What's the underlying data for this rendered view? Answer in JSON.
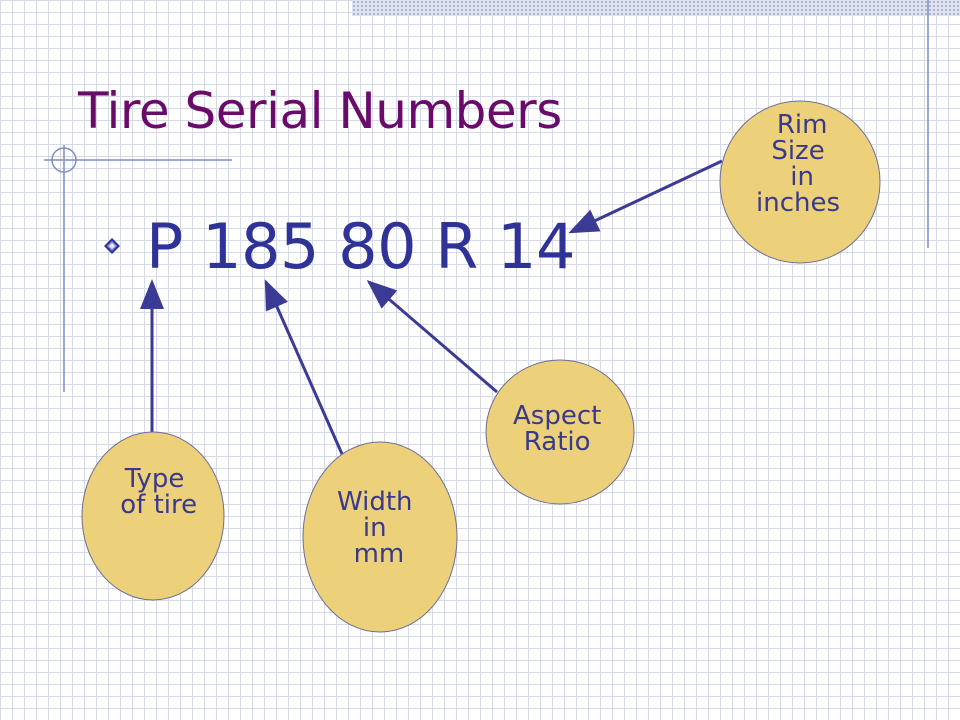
{
  "slide": {
    "title": "Tire Serial Numbers",
    "serial": "P 185 80 R 14"
  },
  "labels": {
    "type_of_tire": "Type\n of tire",
    "width": "Width\nin\n mm",
    "aspect_ratio": "Aspect\nRatio",
    "rim_size": " Rim\nSize\n in\ninches"
  },
  "colors": {
    "title": "#6a0a6a",
    "serial_text": "#2f3296",
    "bubble_fill": "#ecd07a",
    "arrow": "#3b3b96"
  }
}
